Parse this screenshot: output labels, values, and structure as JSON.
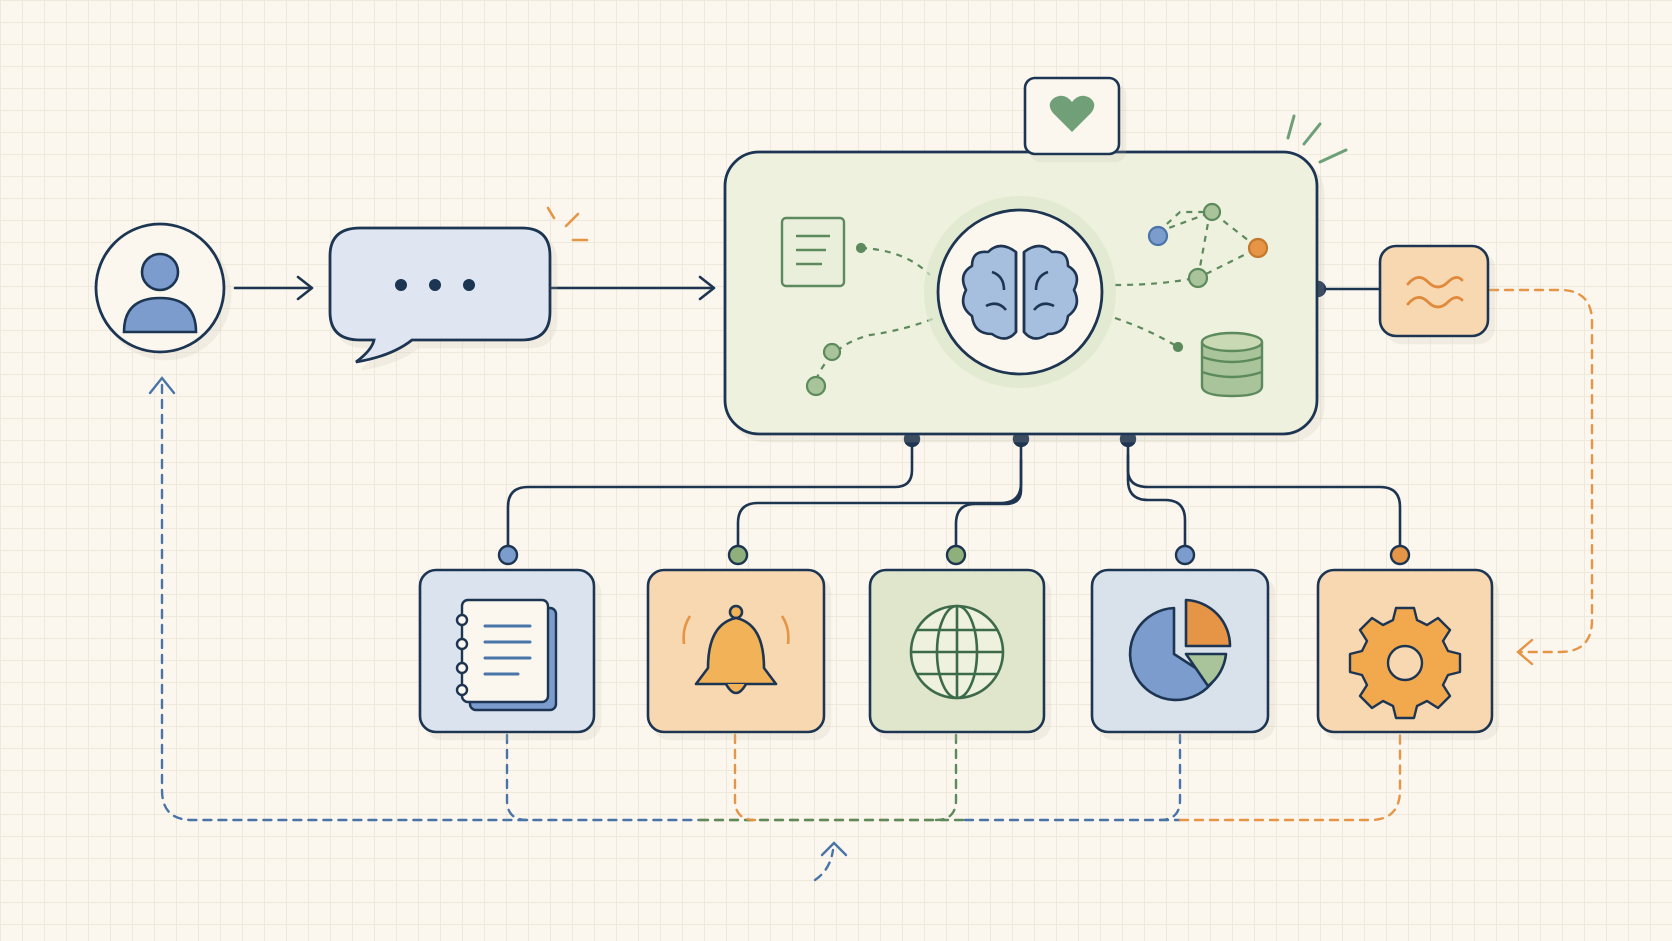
{
  "colors": {
    "background": "#fbf7ee",
    "grid": "#efe9dc",
    "navy": "#1e3552",
    "blue": "#4a74a8",
    "blue_fill": "#7b9ccd",
    "orange": "#e59545",
    "orange_fill": "#f7d6ac",
    "green": "#5d8a5d",
    "green_fill": "#e2e9cf",
    "bubble_fill": "#dfe6f1",
    "hub_fill": "#eff2e0",
    "tile_blue": "#dbe3ef",
    "tile_orange": "#f8d8b0",
    "tile_green": "#dfe6cc",
    "tile_slate": "#d9e1ea"
  },
  "nodes": {
    "user": {
      "icon": "user-icon",
      "color": "blue"
    },
    "message": {
      "icon": "speech-bubble-icon",
      "color": "blue"
    },
    "hub": {
      "icon": "brain-icon",
      "color": "green"
    },
    "heart": {
      "icon": "heart-icon",
      "color": "green"
    },
    "output": {
      "icon": "wave-icon",
      "color": "orange"
    }
  },
  "tools": [
    {
      "icon": "notebook-icon",
      "color": "blue"
    },
    {
      "icon": "bell-icon",
      "color": "orange"
    },
    {
      "icon": "globe-icon",
      "color": "green"
    },
    {
      "icon": "pie-chart-icon",
      "color": "blue"
    },
    {
      "icon": "gear-icon",
      "color": "orange"
    }
  ],
  "hub_contents": [
    "document-icon",
    "network-graph-icon",
    "database-icon",
    "path-dots-icon"
  ],
  "connections": [
    {
      "from": "user",
      "to": "message",
      "style": "solid"
    },
    {
      "from": "message",
      "to": "hub",
      "style": "solid"
    },
    {
      "from": "hub",
      "to": "heart",
      "style": "solid"
    },
    {
      "from": "hub",
      "to": "output",
      "style": "solid"
    },
    {
      "from": "hub",
      "to": "tools",
      "style": "solid"
    },
    {
      "from": "output",
      "to": "gear",
      "style": "dashed"
    },
    {
      "from": "tools",
      "to": "user",
      "style": "dashed"
    }
  ]
}
